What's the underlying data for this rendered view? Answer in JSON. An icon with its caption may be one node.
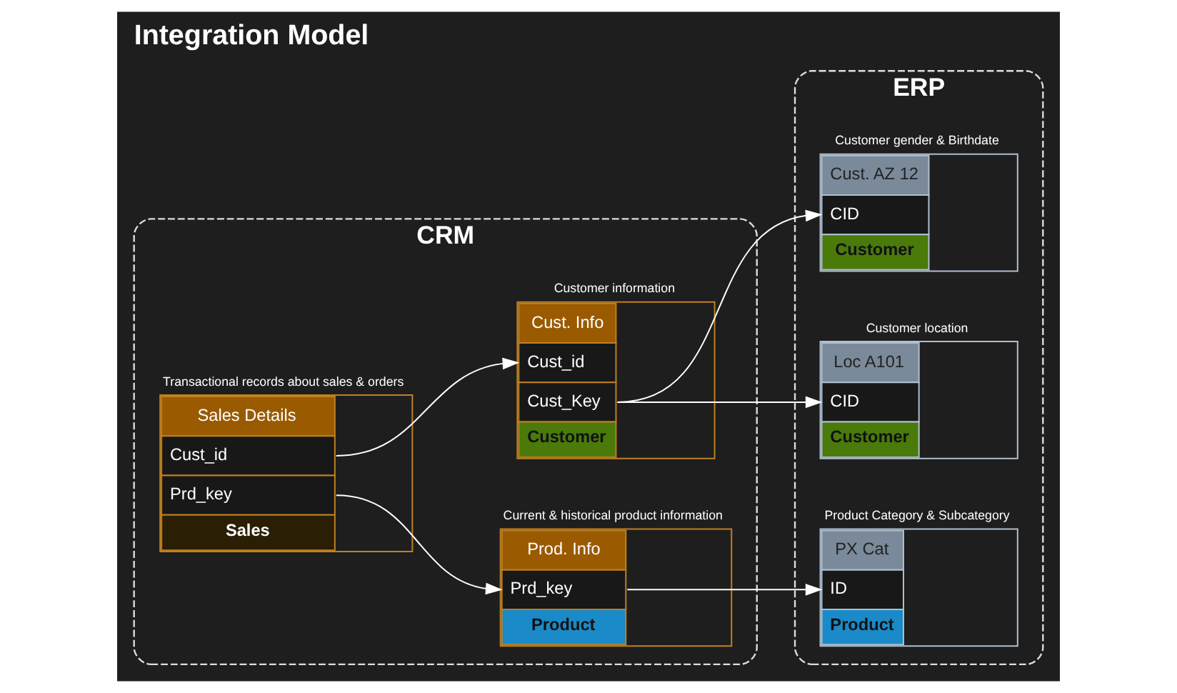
{
  "diagram": {
    "title": "Integration Model",
    "nodes": [
      {
        "text": [
          "CRM"
        ]
      },
      {
        "text": [
          "Sales Details",
          "Cust_id",
          "Prd_key",
          "Sales"
        ],
        "in": 0,
        "beside": [
          "Transactional records about sales & orders"
        ]
      },
      {
        "text": [
          "Cust. Info",
          "Cust_id",
          "Cust_Key",
          "Customer"
        ],
        "in": 0,
        "beside": [
          "Customer information"
        ]
      },
      {
        "text": [
          "Prod. Info",
          "Prd_key",
          "Product"
        ],
        "in": 0,
        "beside": [
          "Current & historical product information"
        ]
      },
      {
        "text": [
          "ERP"
        ]
      },
      {
        "text": [
          "Cust. AZ 12",
          "CID",
          "Customer"
        ],
        "in": 4,
        "beside": [
          "Customer gender & Birthdate"
        ]
      },
      {
        "text": [
          "Loc A101",
          "CID",
          "Customer"
        ],
        "in": 4,
        "beside": [
          "Customer location"
        ]
      },
      {
        "text": [
          "PX Cat",
          "ID",
          "Product"
        ],
        "in": 4,
        "beside": [
          "Product Category & Subcategory"
        ]
      }
    ],
    "edges": [
      {
        "from": 1,
        "to": 2,
        "arrow": "to"
      },
      {
        "from": 1,
        "to": 3,
        "arrow": "to"
      },
      {
        "from": 2,
        "to": 5,
        "arrow": "to"
      },
      {
        "from": 2,
        "to": 6,
        "arrow": "to"
      },
      {
        "from": 3,
        "to": 7,
        "arrow": "to"
      }
    ]
  }
}
